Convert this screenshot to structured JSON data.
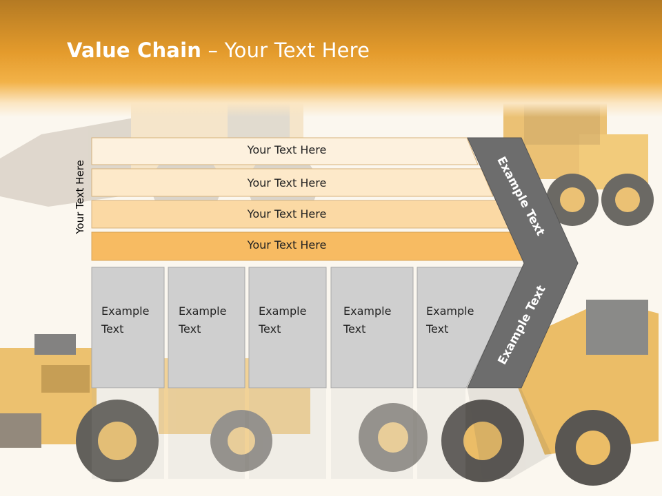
{
  "slide": {
    "title_bold": "Value Chain",
    "title_rest": " – Your Text Here",
    "vertical_label": "Your Text Here",
    "rows": [
      "Your Text Here",
      "Your Text Here",
      "Your Text Here",
      "Your Text Here"
    ],
    "boxes": [
      {
        "line1": "Example",
        "line2": "Text"
      },
      {
        "line1": "Example",
        "line2": "Text"
      },
      {
        "line1": "Example",
        "line2": "Text"
      },
      {
        "line1": "Example",
        "line2": "Text"
      },
      {
        "line1": "Example",
        "line2": "Text"
      }
    ],
    "chevron_top_label": "Example Text",
    "chevron_bottom_label": "Example Text"
  },
  "colors": {
    "header_orange": "#e49b2c",
    "row_fills": [
      "#fdf1de",
      "#fde9c9",
      "#fbd9a4",
      "#f7bb62"
    ],
    "box_fill": "#cfcfcf",
    "chevron_fill": "#6d6d6d"
  }
}
